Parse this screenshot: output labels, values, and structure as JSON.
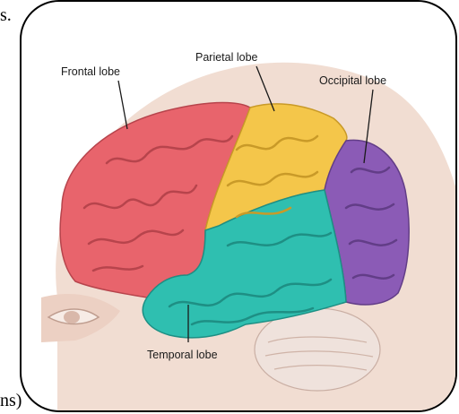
{
  "page_fragments": {
    "top": "s.",
    "bottom": "ns)"
  },
  "diagram": {
    "labels": {
      "frontal": "Frontal lobe",
      "parietal": "Parietal lobe",
      "occipital": "Occipital lobe",
      "temporal": "Temporal lobe"
    },
    "colors": {
      "frontal": "#e8646c",
      "parietal": "#f4c64a",
      "occipital": "#8b5bb6",
      "temporal": "#2fbfb0",
      "skin": "#f1ddd2",
      "cerebellum": "#efe2dc"
    }
  }
}
